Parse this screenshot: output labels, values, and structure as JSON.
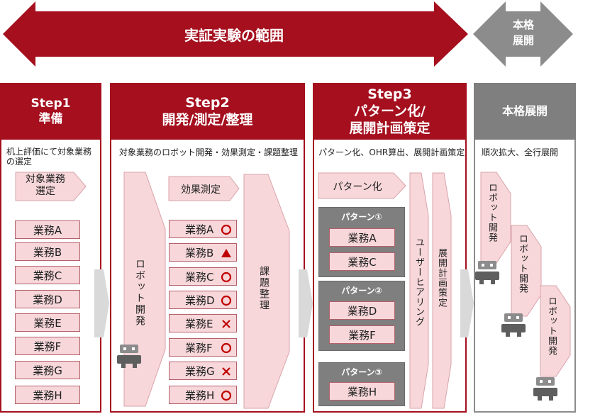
{
  "top": {
    "scope_label": "実証実験の範囲",
    "rollout_label": "本格\n展開"
  },
  "steps": [
    {
      "title_line1": "Step1",
      "title_line2": "準備",
      "subtitle": "机上評価にて対象業務の選定"
    },
    {
      "title_line1": "Step2",
      "title_line2": "開発/測定/整理",
      "subtitle": "対象業務のロボット開発・効果測定・課題整理"
    },
    {
      "title_line1": "Step3",
      "title_line2": "パターン化/",
      "title_line3": "展開計画策定",
      "subtitle": "パターン化、OHR算出、展開計画策定"
    },
    {
      "title_line1": "本格展開",
      "subtitle": "順次拡大、全行展開"
    }
  ],
  "step1": {
    "chevron": "対象業務\n選定",
    "tasks": [
      "業務A",
      "業務B",
      "業務C",
      "業務D",
      "業務E",
      "業務F",
      "業務G",
      "業務H"
    ]
  },
  "step2": {
    "robot_dev": "ロボット開発",
    "measure": "効果測定",
    "issues": "課題整理",
    "tasks": [
      {
        "label": "業務A",
        "mark": "circle"
      },
      {
        "label": "業務B",
        "mark": "triangle"
      },
      {
        "label": "業務C",
        "mark": "circle"
      },
      {
        "label": "業務D",
        "mark": "circle"
      },
      {
        "label": "業務E",
        "mark": "cross"
      },
      {
        "label": "業務F",
        "mark": "circle"
      },
      {
        "label": "業務G",
        "mark": "cross"
      },
      {
        "label": "業務H",
        "mark": "circle"
      }
    ]
  },
  "step3": {
    "patternize": "パターン化",
    "user_hearing": "ユーザーヒアリング",
    "plan": "展開計画策定",
    "patterns": [
      {
        "title": "パターン①",
        "tasks": [
          "業務A",
          "業務C"
        ]
      },
      {
        "title": "パターン②",
        "tasks": [
          "業務D",
          "業務F"
        ]
      },
      {
        "title": "パターン③",
        "tasks": [
          "業務H"
        ]
      }
    ]
  },
  "rollout": {
    "robot_dev": [
      "ロボット開発",
      "ロボット開発",
      "ロボット開発"
    ]
  },
  "colors": {
    "red": "#a50f1e",
    "pink": "#f7d7da",
    "gray": "#7f7f7f"
  }
}
